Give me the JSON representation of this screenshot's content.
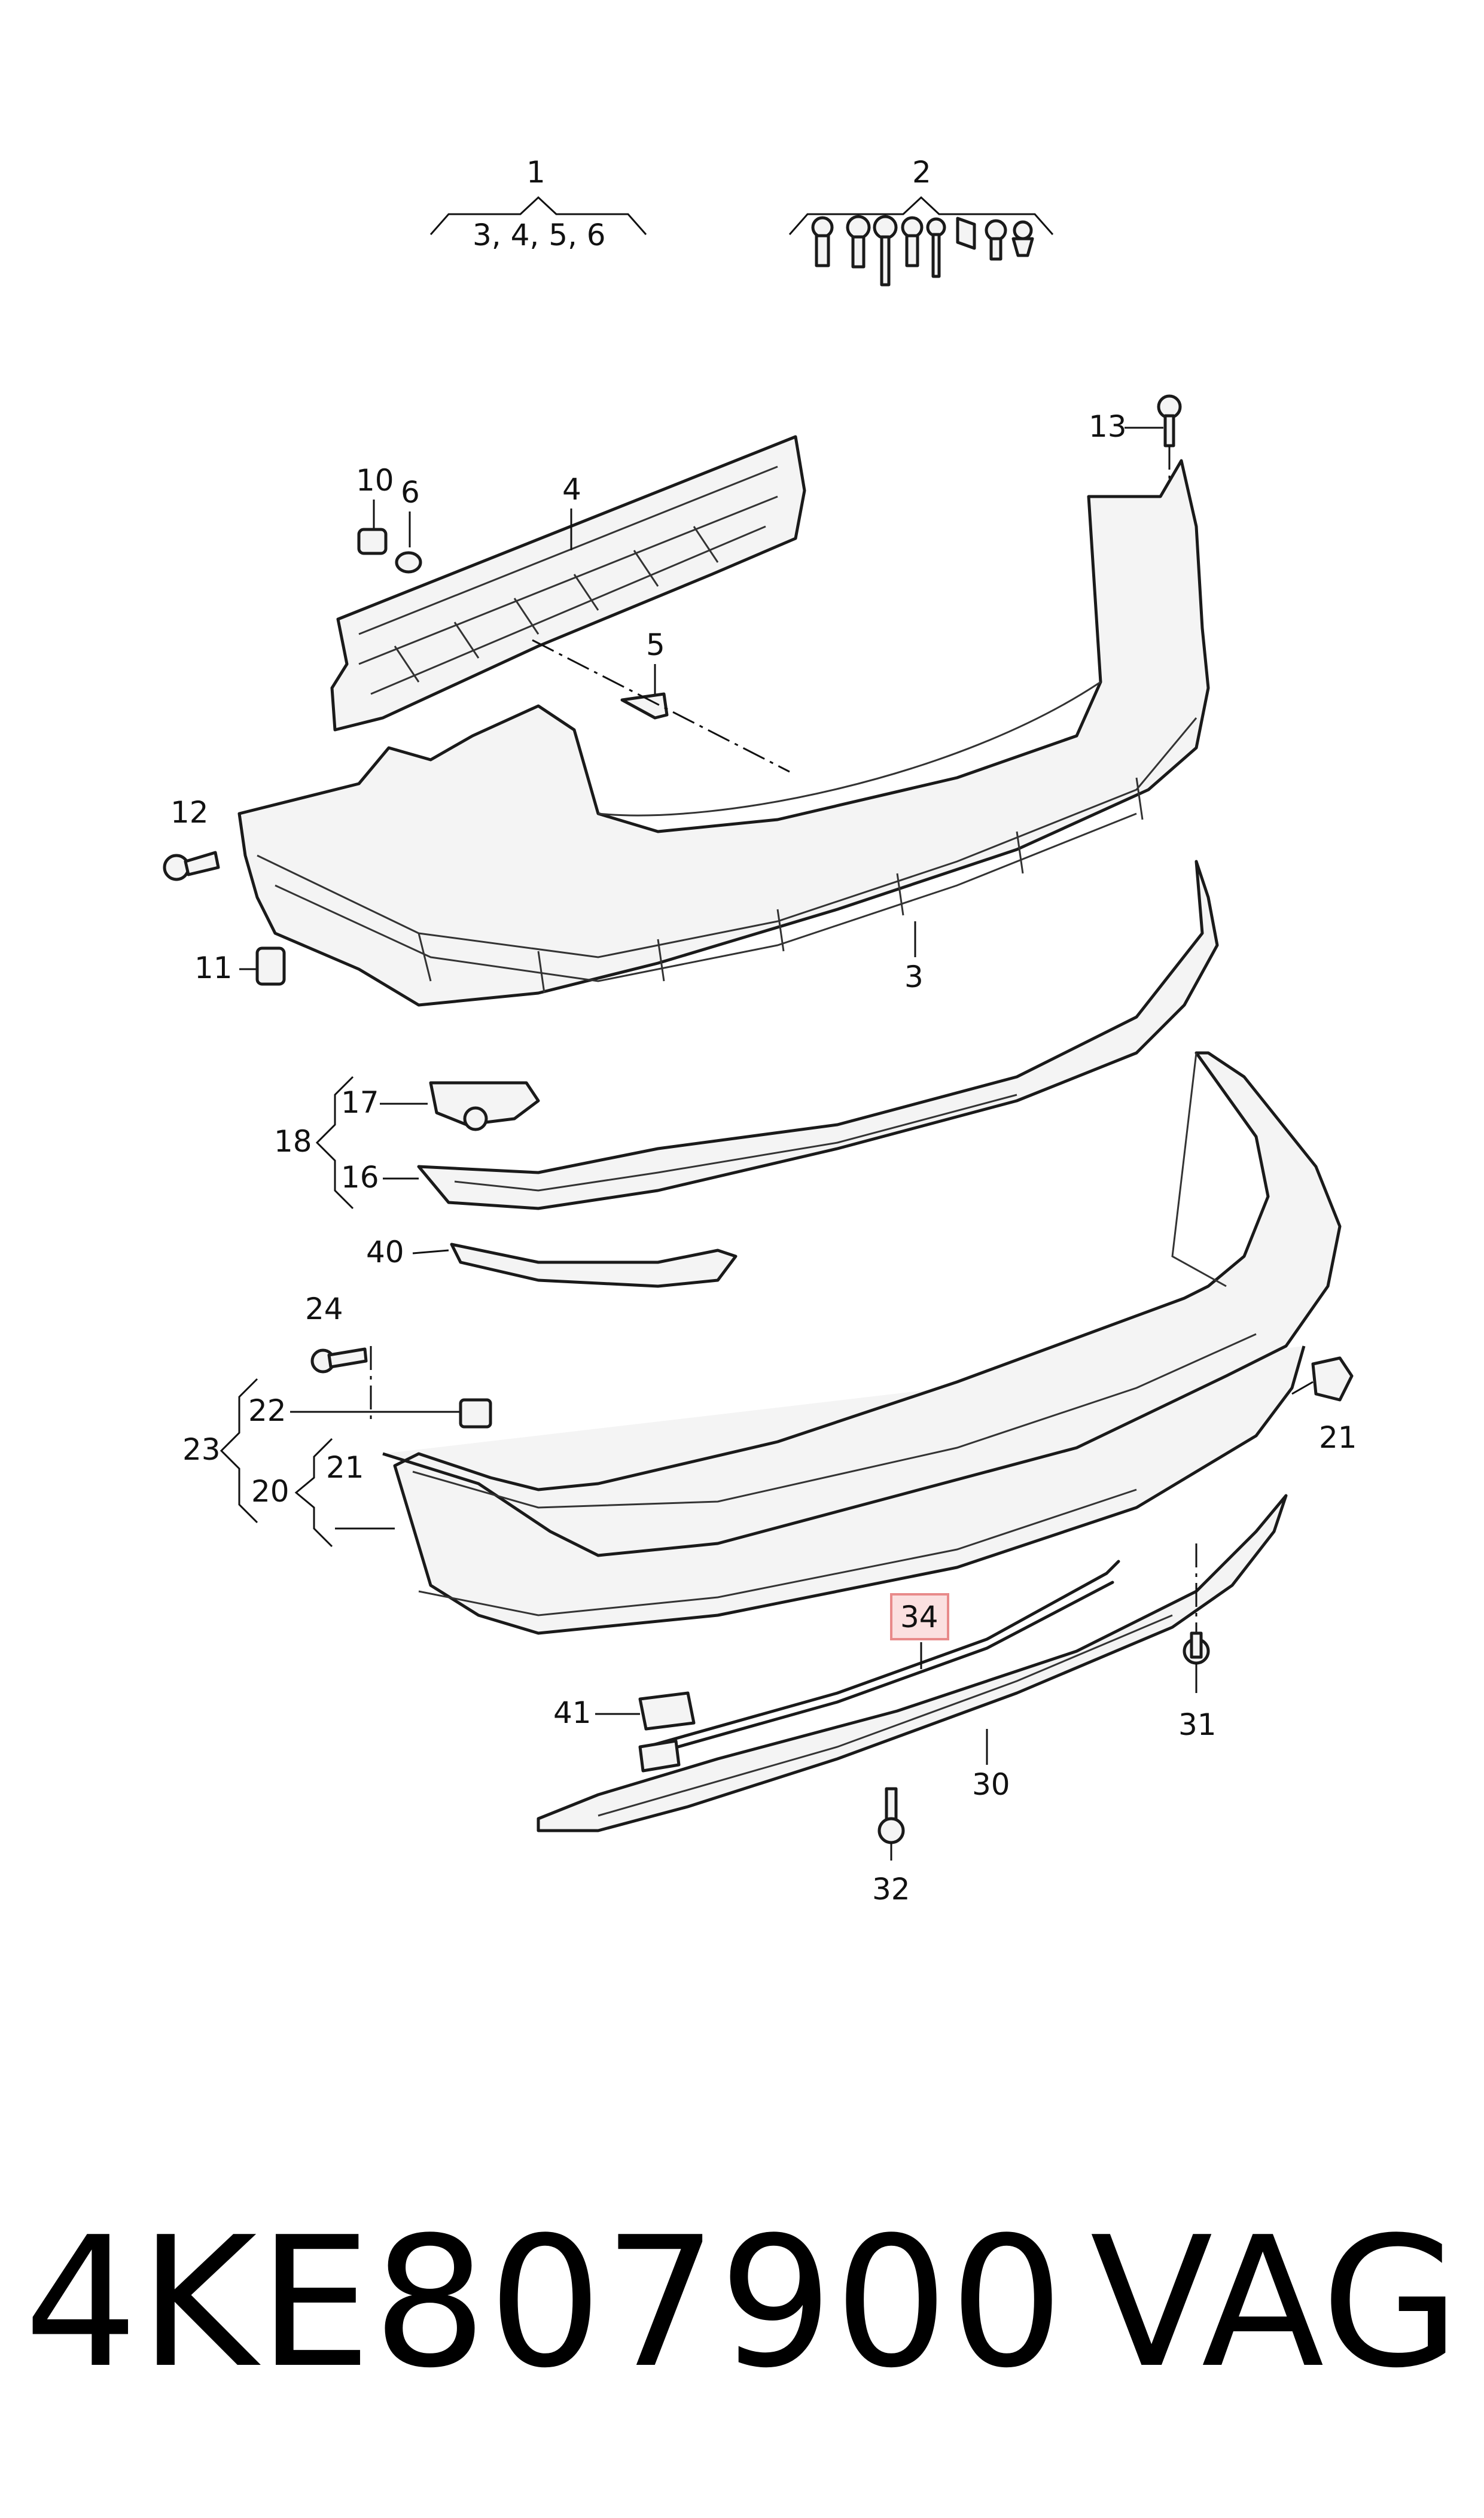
{
  "callouts": {
    "c1": "1",
    "c1_sub": "3, 4, 5, 6",
    "c2": "2",
    "c3": "3",
    "c4": "4",
    "c5": "5",
    "c6": "6",
    "c10": "10",
    "c11": "11",
    "c12": "12",
    "c13": "13",
    "c16": "16",
    "c17": "17",
    "c18": "18",
    "c20": "20",
    "c21a": "21",
    "c21b": "21",
    "c22": "22",
    "c23": "23",
    "c24": "24",
    "c30": "30",
    "c31": "31",
    "c32": "32",
    "c34": "34",
    "c40": "40",
    "c41": "41"
  },
  "highlight": {
    "color": "#e88a8a",
    "fill": "#fbe0e0"
  },
  "footer": {
    "part_number": "4KE807900",
    "brand": "VAG"
  }
}
